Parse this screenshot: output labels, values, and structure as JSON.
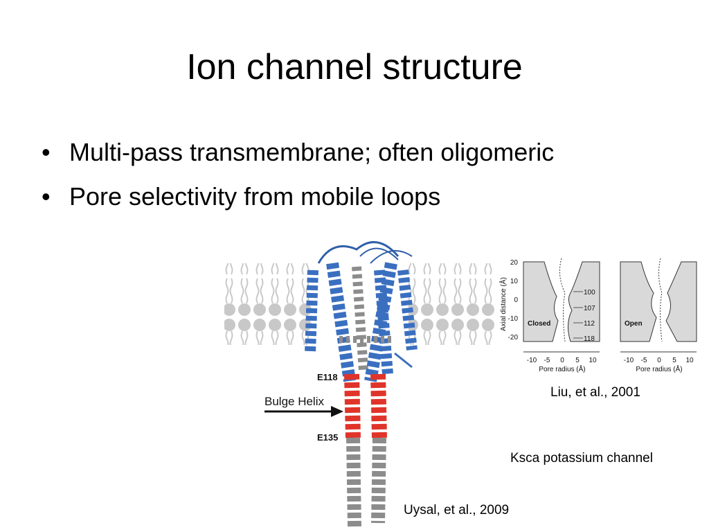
{
  "slide": {
    "title": "Ion channel structure",
    "bullets": [
      "Multi-pass transmembrane; often oligomeric",
      "Pore selectivity from mobile loops"
    ]
  },
  "structure_figure": {
    "labels": {
      "residue_top": "E118",
      "residue_bottom": "E135",
      "arrow_label": "Bulge Helix"
    },
    "colors": {
      "helix_blue": "#3a6fc0",
      "helix_red": "#e0342a",
      "helix_gray": "#8c8c8c",
      "lipid": "#c8c8c8"
    },
    "citation": "Uysal, et al., 2009"
  },
  "pore_figure": {
    "y_axis_label": "Axial distance (Å)",
    "y_ticks": [
      "20",
      "10",
      "0",
      "-10",
      "-20"
    ],
    "x_ticks": [
      "-10",
      "-5",
      "0",
      "5",
      "10"
    ],
    "x_axis_label": "Pore radius (Å)",
    "panels": [
      {
        "state": "Closed",
        "residue_markers": [
          "100",
          "107",
          "112",
          "118"
        ]
      },
      {
        "state": "Open"
      }
    ],
    "citation": "Liu, et al., 2001"
  },
  "caption": "Ksca potassium channel"
}
